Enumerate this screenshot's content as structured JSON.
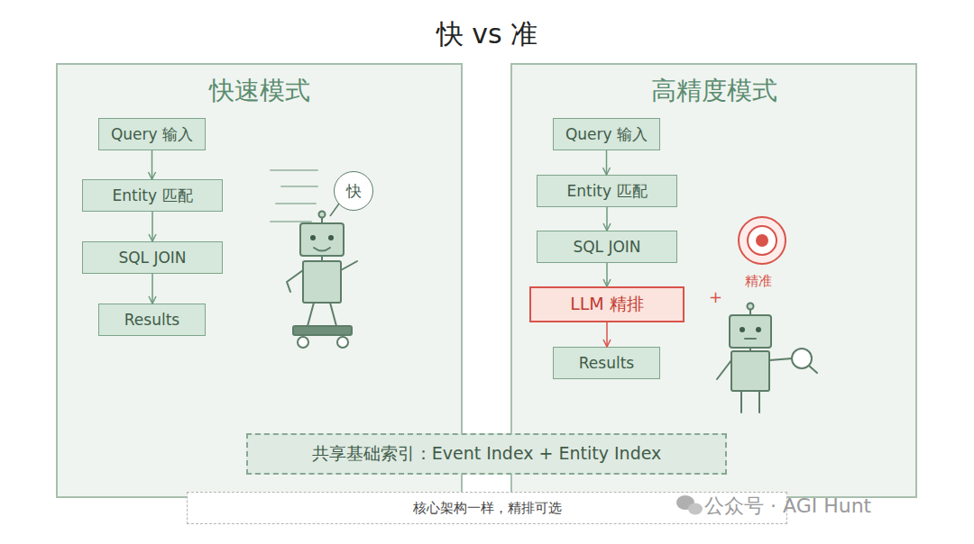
{
  "diagram": {
    "title": "快 vs 准",
    "nodes": [
      {
        "text": [
          "快速模式"
        ]
      },
      {
        "text": [
          "Query 输入"
        ],
        "in": 0
      },
      {
        "text": [
          "Entity 匹配"
        ],
        "in": 0
      },
      {
        "text": [
          "SQL JOIN"
        ],
        "in": 0
      },
      {
        "text": [
          "Results"
        ],
        "in": 0
      },
      {
        "text": [
          "快"
        ],
        "in": 0
      },
      {
        "text": [
          "高精度模式"
        ]
      },
      {
        "text": [
          "Query 输入"
        ],
        "in": 6
      },
      {
        "text": [
          "Entity 匹配"
        ],
        "in": 6
      },
      {
        "text": [
          "SQL JOIN"
        ],
        "in": 6
      },
      {
        "text": [
          "LLM 精排"
        ],
        "in": 6
      },
      {
        "text": [
          "Results"
        ],
        "in": 6
      },
      {
        "text": [
          "共享基础索引：Event Index + Entity Index"
        ]
      },
      {
        "text": [
          "核心架构一样，精排可选"
        ]
      }
    ],
    "edges": [
      {
        "from": 1,
        "to": 2,
        "arrow": "to"
      },
      {
        "from": 2,
        "to": 3,
        "arrow": "to"
      },
      {
        "from": 3,
        "to": 4,
        "arrow": "to"
      },
      {
        "from": 7,
        "to": 8,
        "arrow": "to"
      },
      {
        "from": 8,
        "to": 9,
        "arrow": "to"
      },
      {
        "from": 9,
        "to": 10,
        "arrow": "to"
      },
      {
        "from": 10,
        "to": 11,
        "arrow": "to"
      }
    ],
    "labels": [
      "精准",
      "+",
      "公众号 · AGI Hunt"
    ]
  }
}
